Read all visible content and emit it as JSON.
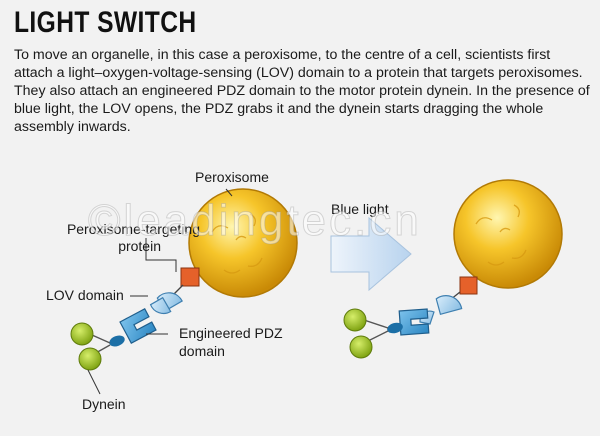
{
  "title": "LIGHT SWITCH",
  "intro": "To move an organelle, in this case a peroxisome, to the centre of a cell, scientists first attach a light–oxygen-voltage-sensing (LOV) domain to a protein that targets peroxisomes. They also attach an engineered PDZ domain to the motor protein dynein. In the presence of blue light, the LOV opens, the PDZ grabs it and the dynein starts dragging the whole assembly inwards.",
  "labels": {
    "peroxisome": "Peroxisome",
    "targeting_line1": "Peroxisome-targeting",
    "targeting_line2": "protein",
    "lov": "LOV domain",
    "pdz_line1": "Engineered PDZ",
    "pdz_line2": "domain",
    "dynein": "Dynein",
    "blue_light": "Blue light"
  },
  "watermark": "©leadingtec.cn",
  "colors": {
    "peroxisome": "#f2b417",
    "target_protein": "#e5612a",
    "lov": "#a9d2ee",
    "pdz": "#3f9fd6",
    "dynein_head": "#a5c81e",
    "dynein_link": "#1c6fa6",
    "arrow": "#c9dff2"
  }
}
